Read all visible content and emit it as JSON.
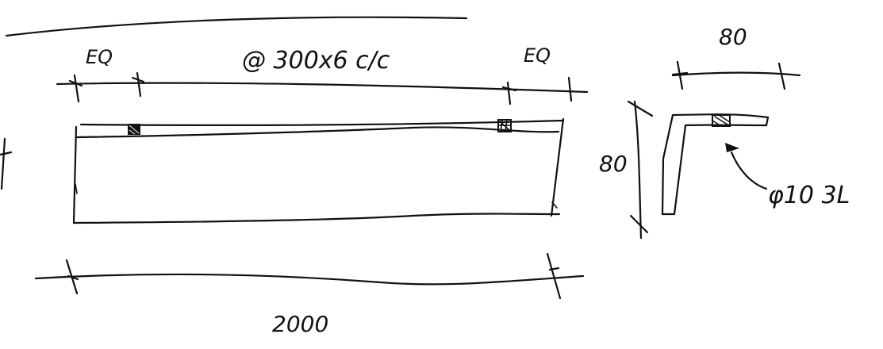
{
  "labels": {
    "eq_left": "EQ",
    "eq_right": "EQ",
    "spacing": "@ 300x6 c/c",
    "overall_length": "2000",
    "section_width": "80",
    "section_height": "80",
    "bar": "φ10 3L"
  }
}
